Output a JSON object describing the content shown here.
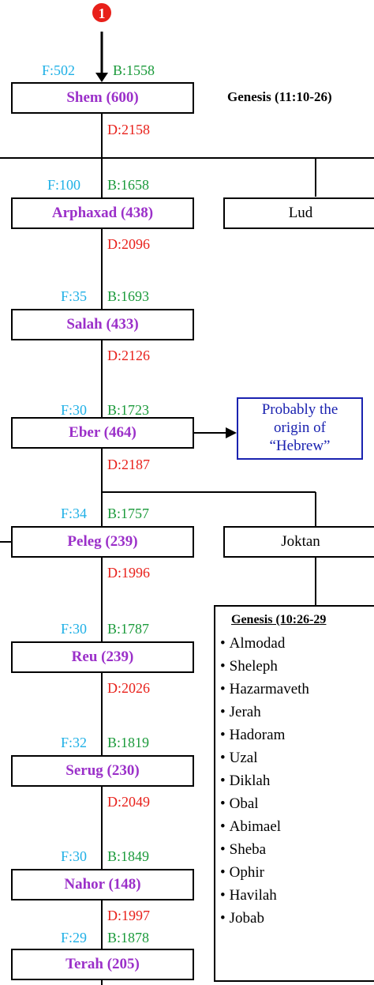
{
  "marker": {
    "label": "1",
    "color": "#e8201a"
  },
  "heading": {
    "text": "Genesis (11:10-26)"
  },
  "people": [
    {
      "name": "Shem (600)",
      "f": "F:502",
      "b": "B:1558",
      "d": "D:2158"
    },
    {
      "name": "Arphaxad (438)",
      "f": "F:100",
      "b": "B:1658",
      "d": "D:2096"
    },
    {
      "name": "Salah (433)",
      "f": "F:35",
      "b": "B:1693",
      "d": "D:2126"
    },
    {
      "name": "Eber (464)",
      "f": "F:30",
      "b": "B:1723",
      "d": "D:2187"
    },
    {
      "name": "Peleg (239)",
      "f": "F:34",
      "b": "B:1757",
      "d": "D:1996"
    },
    {
      "name": "Reu (239)",
      "f": "F:30",
      "b": "B:1787",
      "d": "D:2026"
    },
    {
      "name": "Serug (230)",
      "f": "F:32",
      "b": "B:1819",
      "d": "D:2049"
    },
    {
      "name": "Nahor (148)",
      "f": "F:30",
      "b": "B:1849",
      "d": "D:1997"
    },
    {
      "name": "Terah (205)",
      "f": "F:29",
      "b": "B:1878",
      "d": ""
    }
  ],
  "siblings": {
    "lud": "Lud",
    "joktan": "Joktan"
  },
  "eber_note": {
    "line1": "Probably the",
    "line2": "origin of",
    "line3": "“Hebrew”"
  },
  "joktan_sons": {
    "heading": "Genesis (10:26-29",
    "names": [
      "Almodad",
      "Sheleph",
      "Hazarmaveth",
      "Jerah",
      "Hadoram",
      "Uzal",
      "Diklah",
      "Obal",
      "Abimael",
      "Sheba",
      "Ophir",
      "Havilah",
      "Jobab"
    ]
  },
  "colors": {
    "person_name": "#9b30c9",
    "father_age": "#1fb0e6",
    "birth_year": "#1a9a3a",
    "death_year": "#e8201a",
    "note_border": "#1a22b0"
  }
}
